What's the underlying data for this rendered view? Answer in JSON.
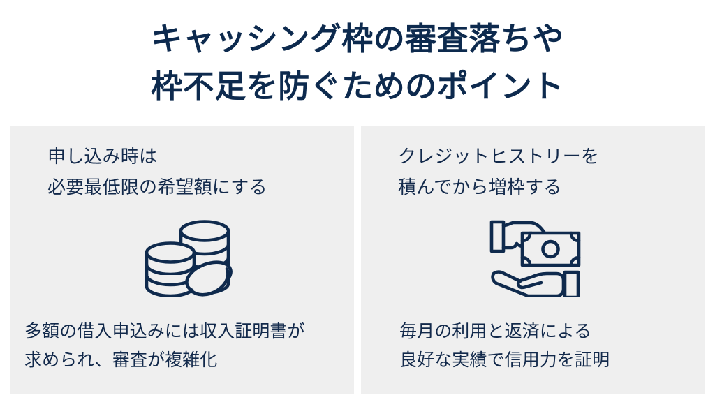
{
  "theme": {
    "page_background": "#ffffff",
    "card_background": "#efefef",
    "title_color": "#0d2a4e",
    "text_color": "#12294b",
    "icon_color": "#0f2a4d"
  },
  "title": {
    "line1": "キャッシング枠の審査落ちや",
    "line2": "枠不足を防ぐためのポイント"
  },
  "cards": [
    {
      "heading_line1": "申し込み時は",
      "heading_line2": "必要最低限の希望額にする",
      "icon": "coin-stacks-icon",
      "caption_line1": "多額の借入申込みには収入証明書が",
      "caption_line2": "求められ、審査が複雑化"
    },
    {
      "heading_line1": "クレジットヒストリーを",
      "heading_line2": "積んでから増枠する",
      "icon": "hand-giving-money-icon",
      "caption_line1": "毎月の利用と返済による",
      "caption_line2": "良好な実績で信用力を証明"
    }
  ]
}
